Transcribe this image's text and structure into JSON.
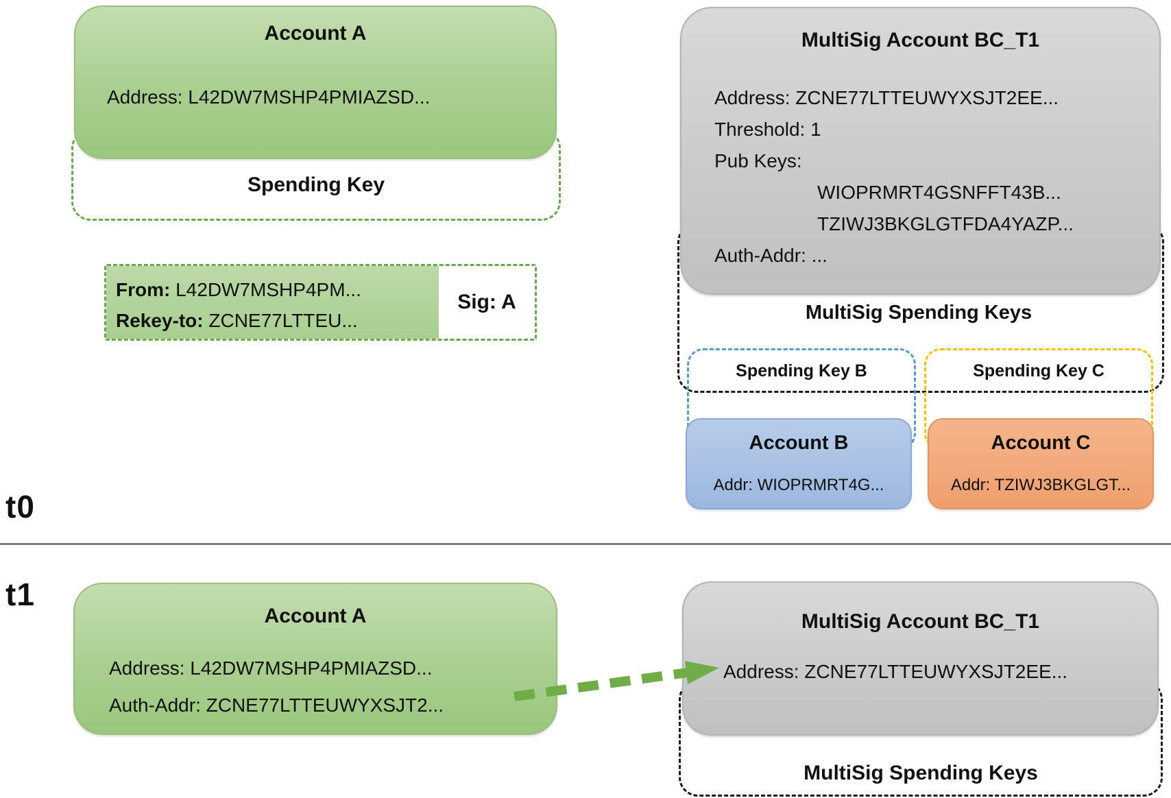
{
  "colors": {
    "green_fill": "#a9cf90",
    "green_dash": "#6aa84f",
    "gray_fill": "#cbcbcb",
    "blue_fill": "#a9c4e6",
    "blue_dash": "#5b9bd5",
    "orange_fill": "#f2a87c",
    "yellow_dash": "#ffc000",
    "black_dash": "#1a1a1a",
    "arrow_green": "#70ad47",
    "divider_gray": "#7a7a7a"
  },
  "t0": {
    "label": "t0",
    "account_a": {
      "title": "Account A",
      "address": "Address: L42DW7MSHP4PMIAZSD..."
    },
    "spending_key_label": "Spending Key",
    "rekey_txn": {
      "from_label": "From:",
      "from_value": " L42DW7MSHP4PM...",
      "rekey_label": "Rekey-to:",
      "rekey_value": "  ZCNE77LTTEU...",
      "sig": "Sig: A"
    },
    "multisig": {
      "title": "MultiSig Account BC_T1",
      "address": "Address: ZCNE77LTTEUWYXSJT2EE...",
      "threshold": "Threshold: 1",
      "pub_keys_label": "Pub Keys:",
      "pub_key_1": "WIOPRMRT4GSNFFT43B...",
      "pub_key_2": "TZIWJ3BKGLGTFDA4YAZP...",
      "auth_addr": "Auth-Addr: ..."
    },
    "spending_keys_title": "MultiSig Spending Keys",
    "spending_key_b": "Spending Key B",
    "spending_key_c": "Spending Key C",
    "account_b": {
      "title": "Account B",
      "address": "Addr: WIOPRMRT4G..."
    },
    "account_c": {
      "title": "Account C",
      "address": "Addr: TZIWJ3BKGLGT..."
    }
  },
  "t1": {
    "label": "t1",
    "account_a": {
      "title": "Account A",
      "address": "Address: L42DW7MSHP4PMIAZSD...",
      "auth_addr": "Auth-Addr: ZCNE77LTTEUWYXSJT2..."
    },
    "multisig": {
      "title": "MultiSig Account BC_T1",
      "address": "Address: ZCNE77LTTEUWYXSJT2EE..."
    },
    "spending_keys_title": "MultiSig Spending Keys"
  }
}
